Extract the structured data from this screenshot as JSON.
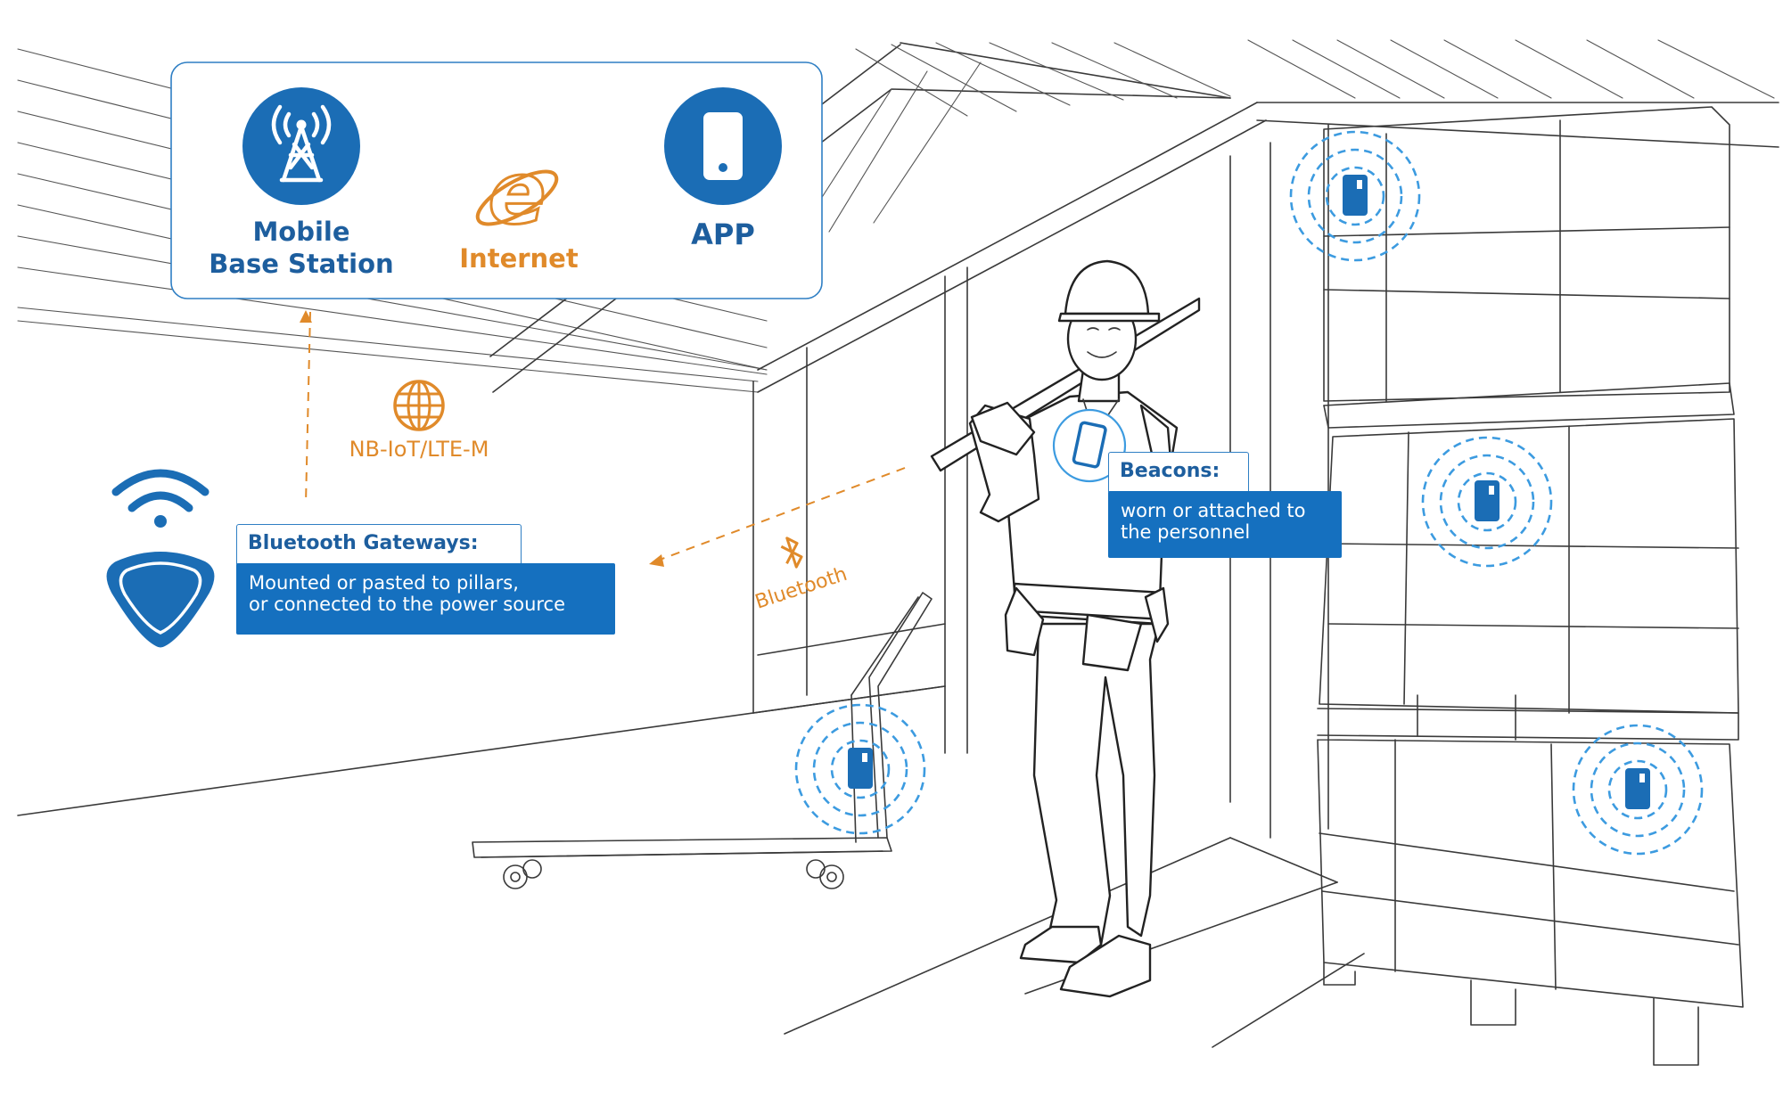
{
  "network": {
    "base_station_line1": "Mobile",
    "base_station_line2": "Base Station",
    "internet_label": "Internet",
    "app_label": "APP",
    "nbiot_label": "NB-IoT/LTE-M",
    "bluetooth_label": "Bluetooth"
  },
  "gateways": {
    "title": "Bluetooth Gateways:",
    "desc_line1": "Mounted or pasted to pillars,",
    "desc_line2": "or connected to the power source"
  },
  "beacons": {
    "title": "Beacons:",
    "desc_line1": "worn or attached to",
    "desc_line2": "the personnel"
  },
  "colors": {
    "primary_blue": "#1b6db5",
    "ring_blue": "#3c9be0",
    "accent_orange": "#e08a2a",
    "line_gray": "#3a3a3a"
  },
  "icons": [
    "cell-tower-icon",
    "smartphone-icon",
    "internet-explorer-icon",
    "globe-icon",
    "bluetooth-icon",
    "wifi-icon",
    "gateway-device-icon",
    "beacon-tag-icon"
  ]
}
